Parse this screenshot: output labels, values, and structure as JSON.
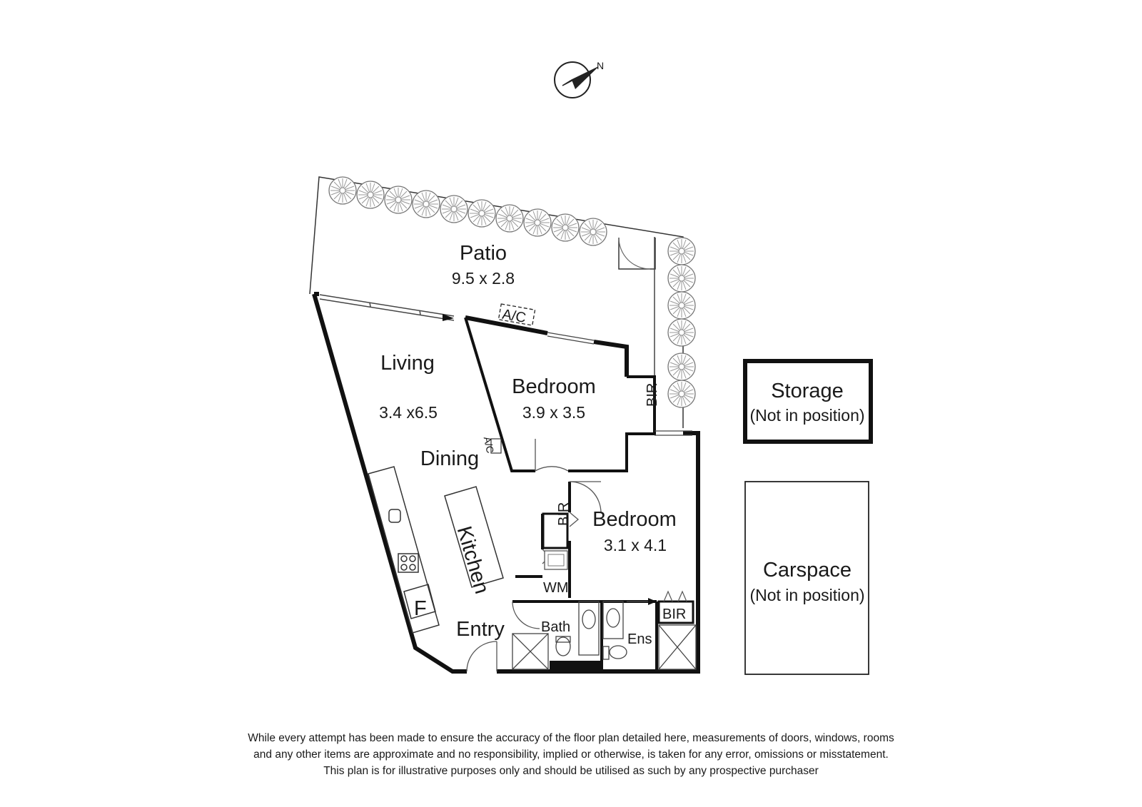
{
  "compass": {
    "label": "N"
  },
  "rooms": {
    "patio": {
      "name": "Patio",
      "dims": "9.5 x 2.8"
    },
    "living": {
      "name": "Living",
      "dims": "3.4 x6.5"
    },
    "dining": {
      "name": "Dining"
    },
    "kitchen": {
      "name": "Kitchen"
    },
    "entry": {
      "name": "Entry"
    },
    "bedroom1": {
      "name": "Bedroom",
      "dims": "3.9 x 3.5"
    },
    "bedroom2": {
      "name": "Bedroom",
      "dims": "3.1 x 4.1"
    },
    "bath": {
      "name": "Bath"
    },
    "ens": {
      "name": "Ens"
    }
  },
  "fixtures": {
    "ac_top": "A/C",
    "ac_side": "A/C",
    "bir_bed1": "BIR",
    "bir_bed2": "BIR",
    "bir_ens": "BIR",
    "wm": "WM",
    "fridge": "F"
  },
  "outbuildings": {
    "storage": {
      "name": "Storage",
      "note": "(Not in position)"
    },
    "carspace": {
      "name": "Carspace",
      "note": "(Not in position)"
    }
  },
  "disclaimer": [
    "While every attempt has been made to ensure the accuracy of the floor plan detailed here, measurements of doors, windows, rooms",
    "and any other items are approximate and no responsibility, implied or otherwise, is taken for any error, omissions or misstatement.",
    "This plan is for illustrative purposes only and should be utilised as such by any prospective purchaser"
  ]
}
